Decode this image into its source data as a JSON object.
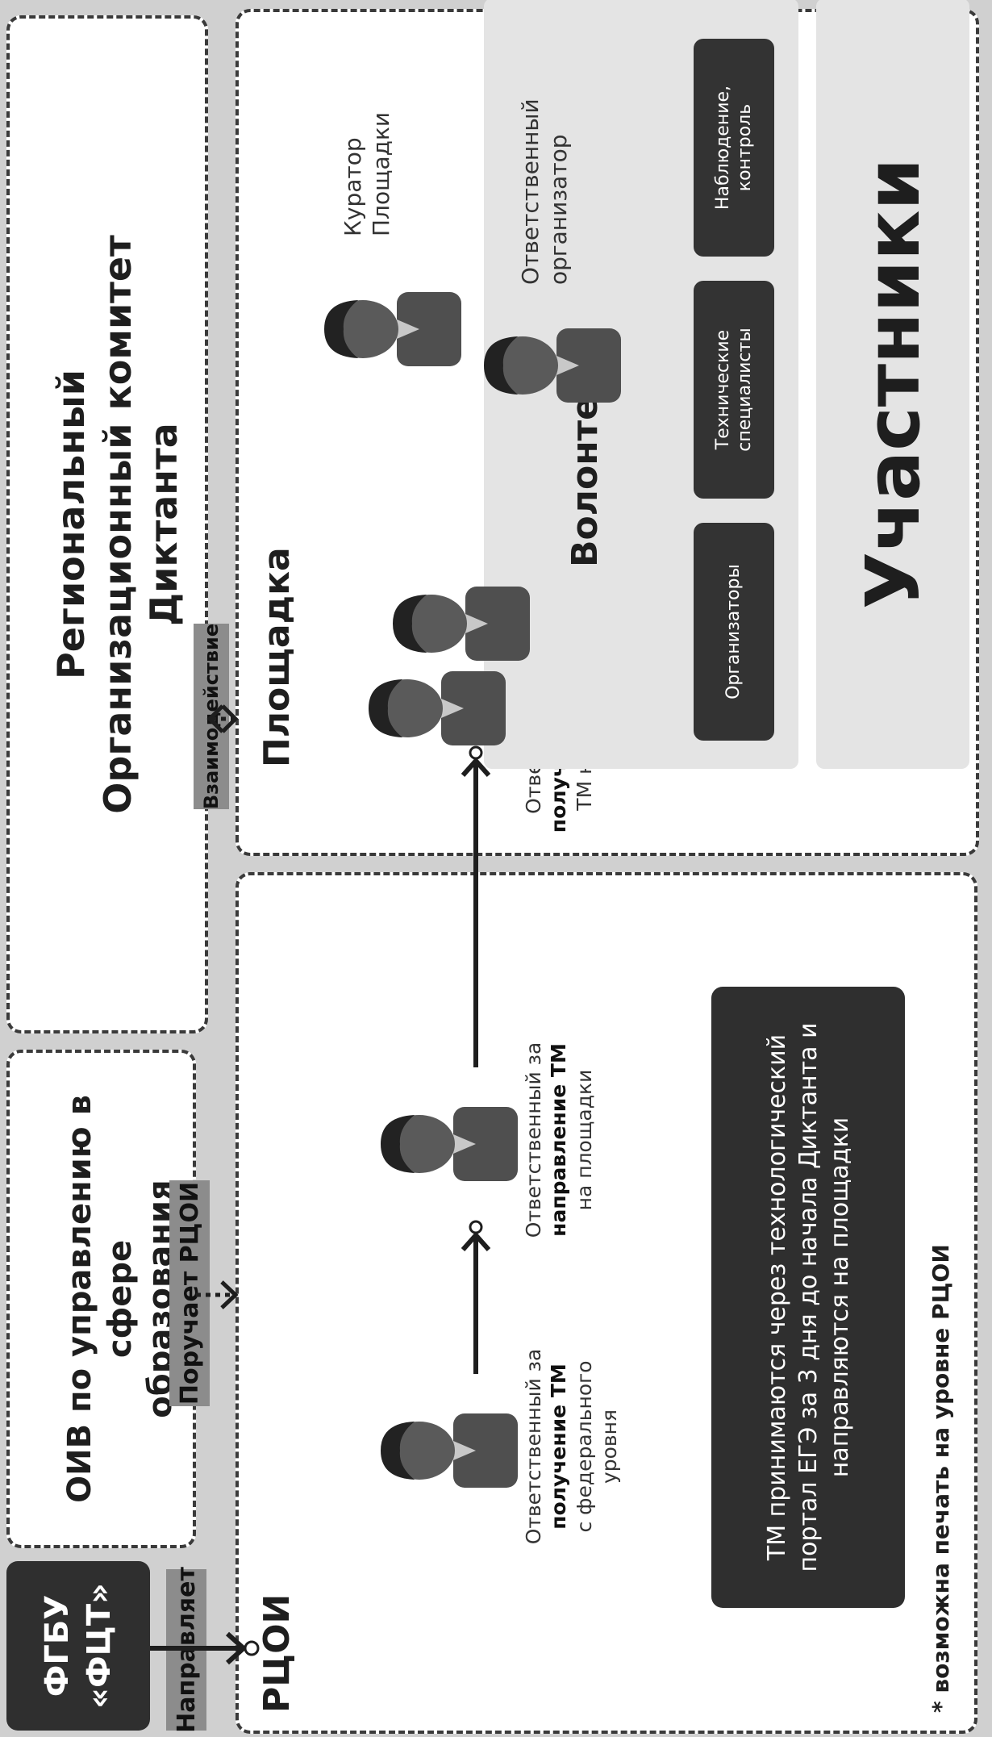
{
  "fgbu": {
    "line1": "ФГБУ",
    "line2": "«ФЦТ»"
  },
  "oiv": {
    "line1": "ОИВ по управлению в сфере",
    "line2": "образования"
  },
  "roc": {
    "line1": "Региональный",
    "line2": "Организационный комитет",
    "line3": "Диктанта"
  },
  "labels": {
    "napravlyaet": "Направляет",
    "poruchaet": "Поручает РЦОИ",
    "vzaimodeistvie": "Взаимодействие"
  },
  "rcoi": {
    "title": "РЦОИ",
    "role1": {
      "pre": "Ответственный за",
      "bold": "получение ТМ",
      "post": "с федерального уровня"
    },
    "role2": {
      "pre": "Ответственный за",
      "bold": "направление ТМ",
      "post": "на площадки"
    },
    "note": "ТМ принимаются через технологический портал ЕГЭ за 3 дня до начала Диктанта и направляются на площадки",
    "footnote": "* возможна печать на уровне РЦОИ"
  },
  "site": {
    "title": "Площадка",
    "role": {
      "pre": "Ответственные за",
      "bold": "получение и печать",
      "post": "ТМ на площадках"
    },
    "curator": {
      "line1": "Куратор",
      "line2": "Площадки"
    },
    "responsible": {
      "line1": "Ответственный",
      "line2": "организатор"
    },
    "volunteers": "Волонтеры",
    "pills": [
      {
        "line1": "Организаторы",
        "line2": ""
      },
      {
        "line1": "Технические",
        "line2": "специалисты"
      },
      {
        "line1": "Наблюдение,",
        "line2": "контроль"
      }
    ],
    "participants": "Участники"
  },
  "colors": {
    "dark": "#2f2f2f",
    "tag": "#8c8c8c",
    "panel": "#e4e4e4",
    "background": "#d0d0d0"
  }
}
